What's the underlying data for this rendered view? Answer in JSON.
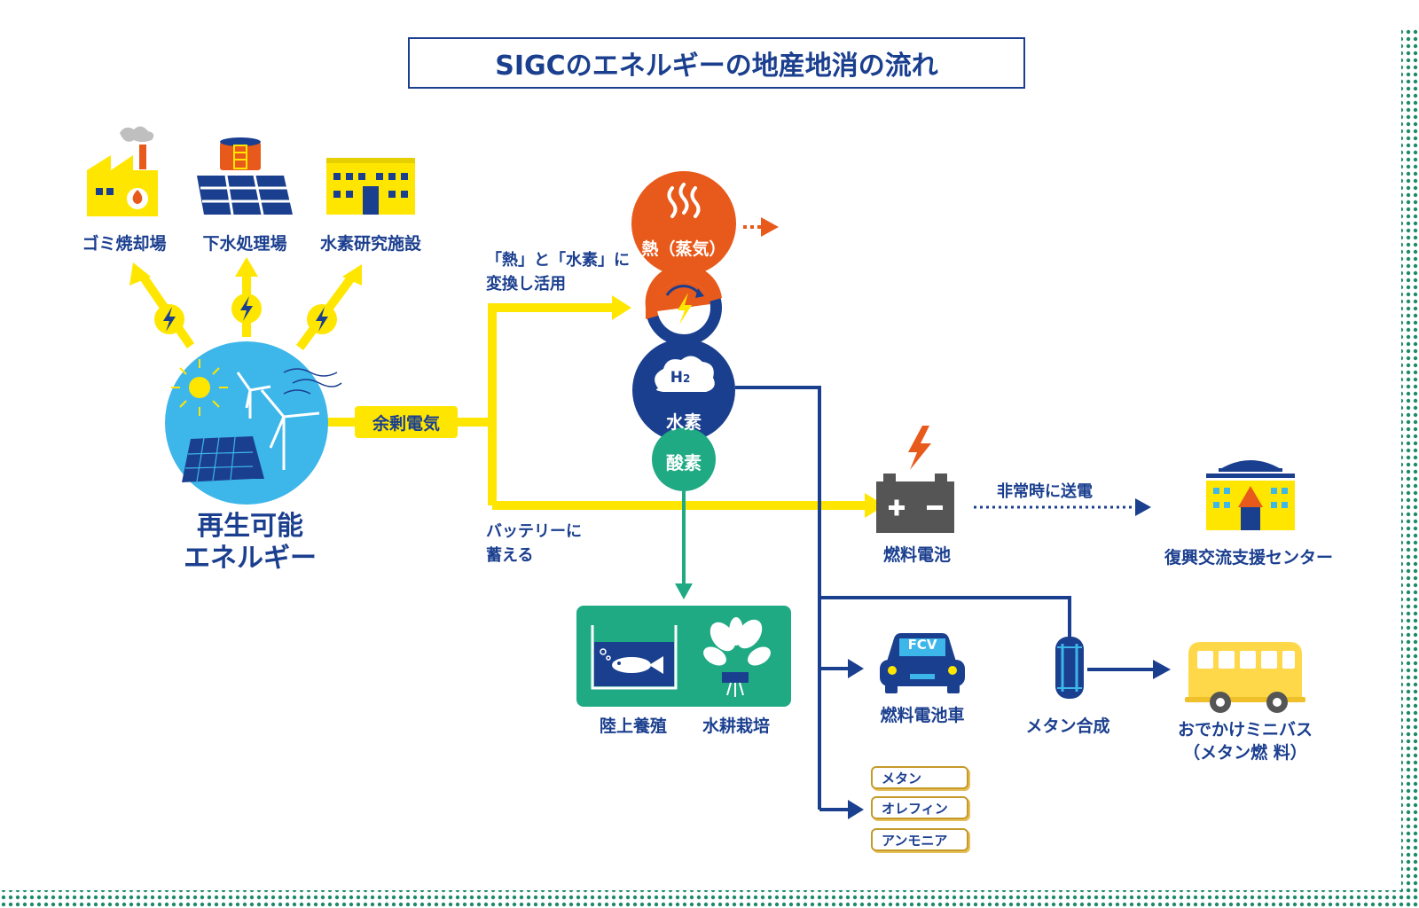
{
  "title": "SIGCのエネルギーの地産地消の流れ",
  "facilities": [
    {
      "label": "ゴミ焼却場",
      "icon": "factory-icon"
    },
    {
      "label": "下水処理場",
      "icon": "sewage-plant-icon"
    },
    {
      "label": "水素研究施設",
      "icon": "research-building-icon"
    }
  ],
  "renewable": {
    "label_line1": "再生可能",
    "label_line2": "エネルギー",
    "icon": "renewable-energy-icon"
  },
  "surplus_power": "余剰電気",
  "convert_note": {
    "line1": "「熱」と「水素」に",
    "line2": "変換し活用"
  },
  "battery_note": {
    "line1": "バッテリーに",
    "line2": "蓄える"
  },
  "heat": "熱（蒸気）",
  "hydrogen": {
    "symbol": "H",
    "subscript": "2",
    "label": "水素"
  },
  "oxygen": "酸素",
  "fuel_cell": "燃料電池",
  "emergency_note": "非常時に送電",
  "recovery_center": "復興交流支援センター",
  "aquaculture": "陸上養殖",
  "hydroponics": "水耕栽培",
  "fcv_badge": "FCV",
  "fcv_label": "燃料電池車",
  "methanation": "メタン合成",
  "bus": {
    "line1": "おでかけミニバス",
    "line2": "（メタン燃 料）"
  },
  "chemicals": [
    "メタン",
    "オレフィン",
    "アンモニア"
  ],
  "colors": {
    "navy": "#1b3f8f",
    "yellow": "#ffe600",
    "orange": "#e85a1c",
    "sky": "#3db6ea",
    "green": "#1faa84",
    "dots": "#1e8a6a"
  }
}
